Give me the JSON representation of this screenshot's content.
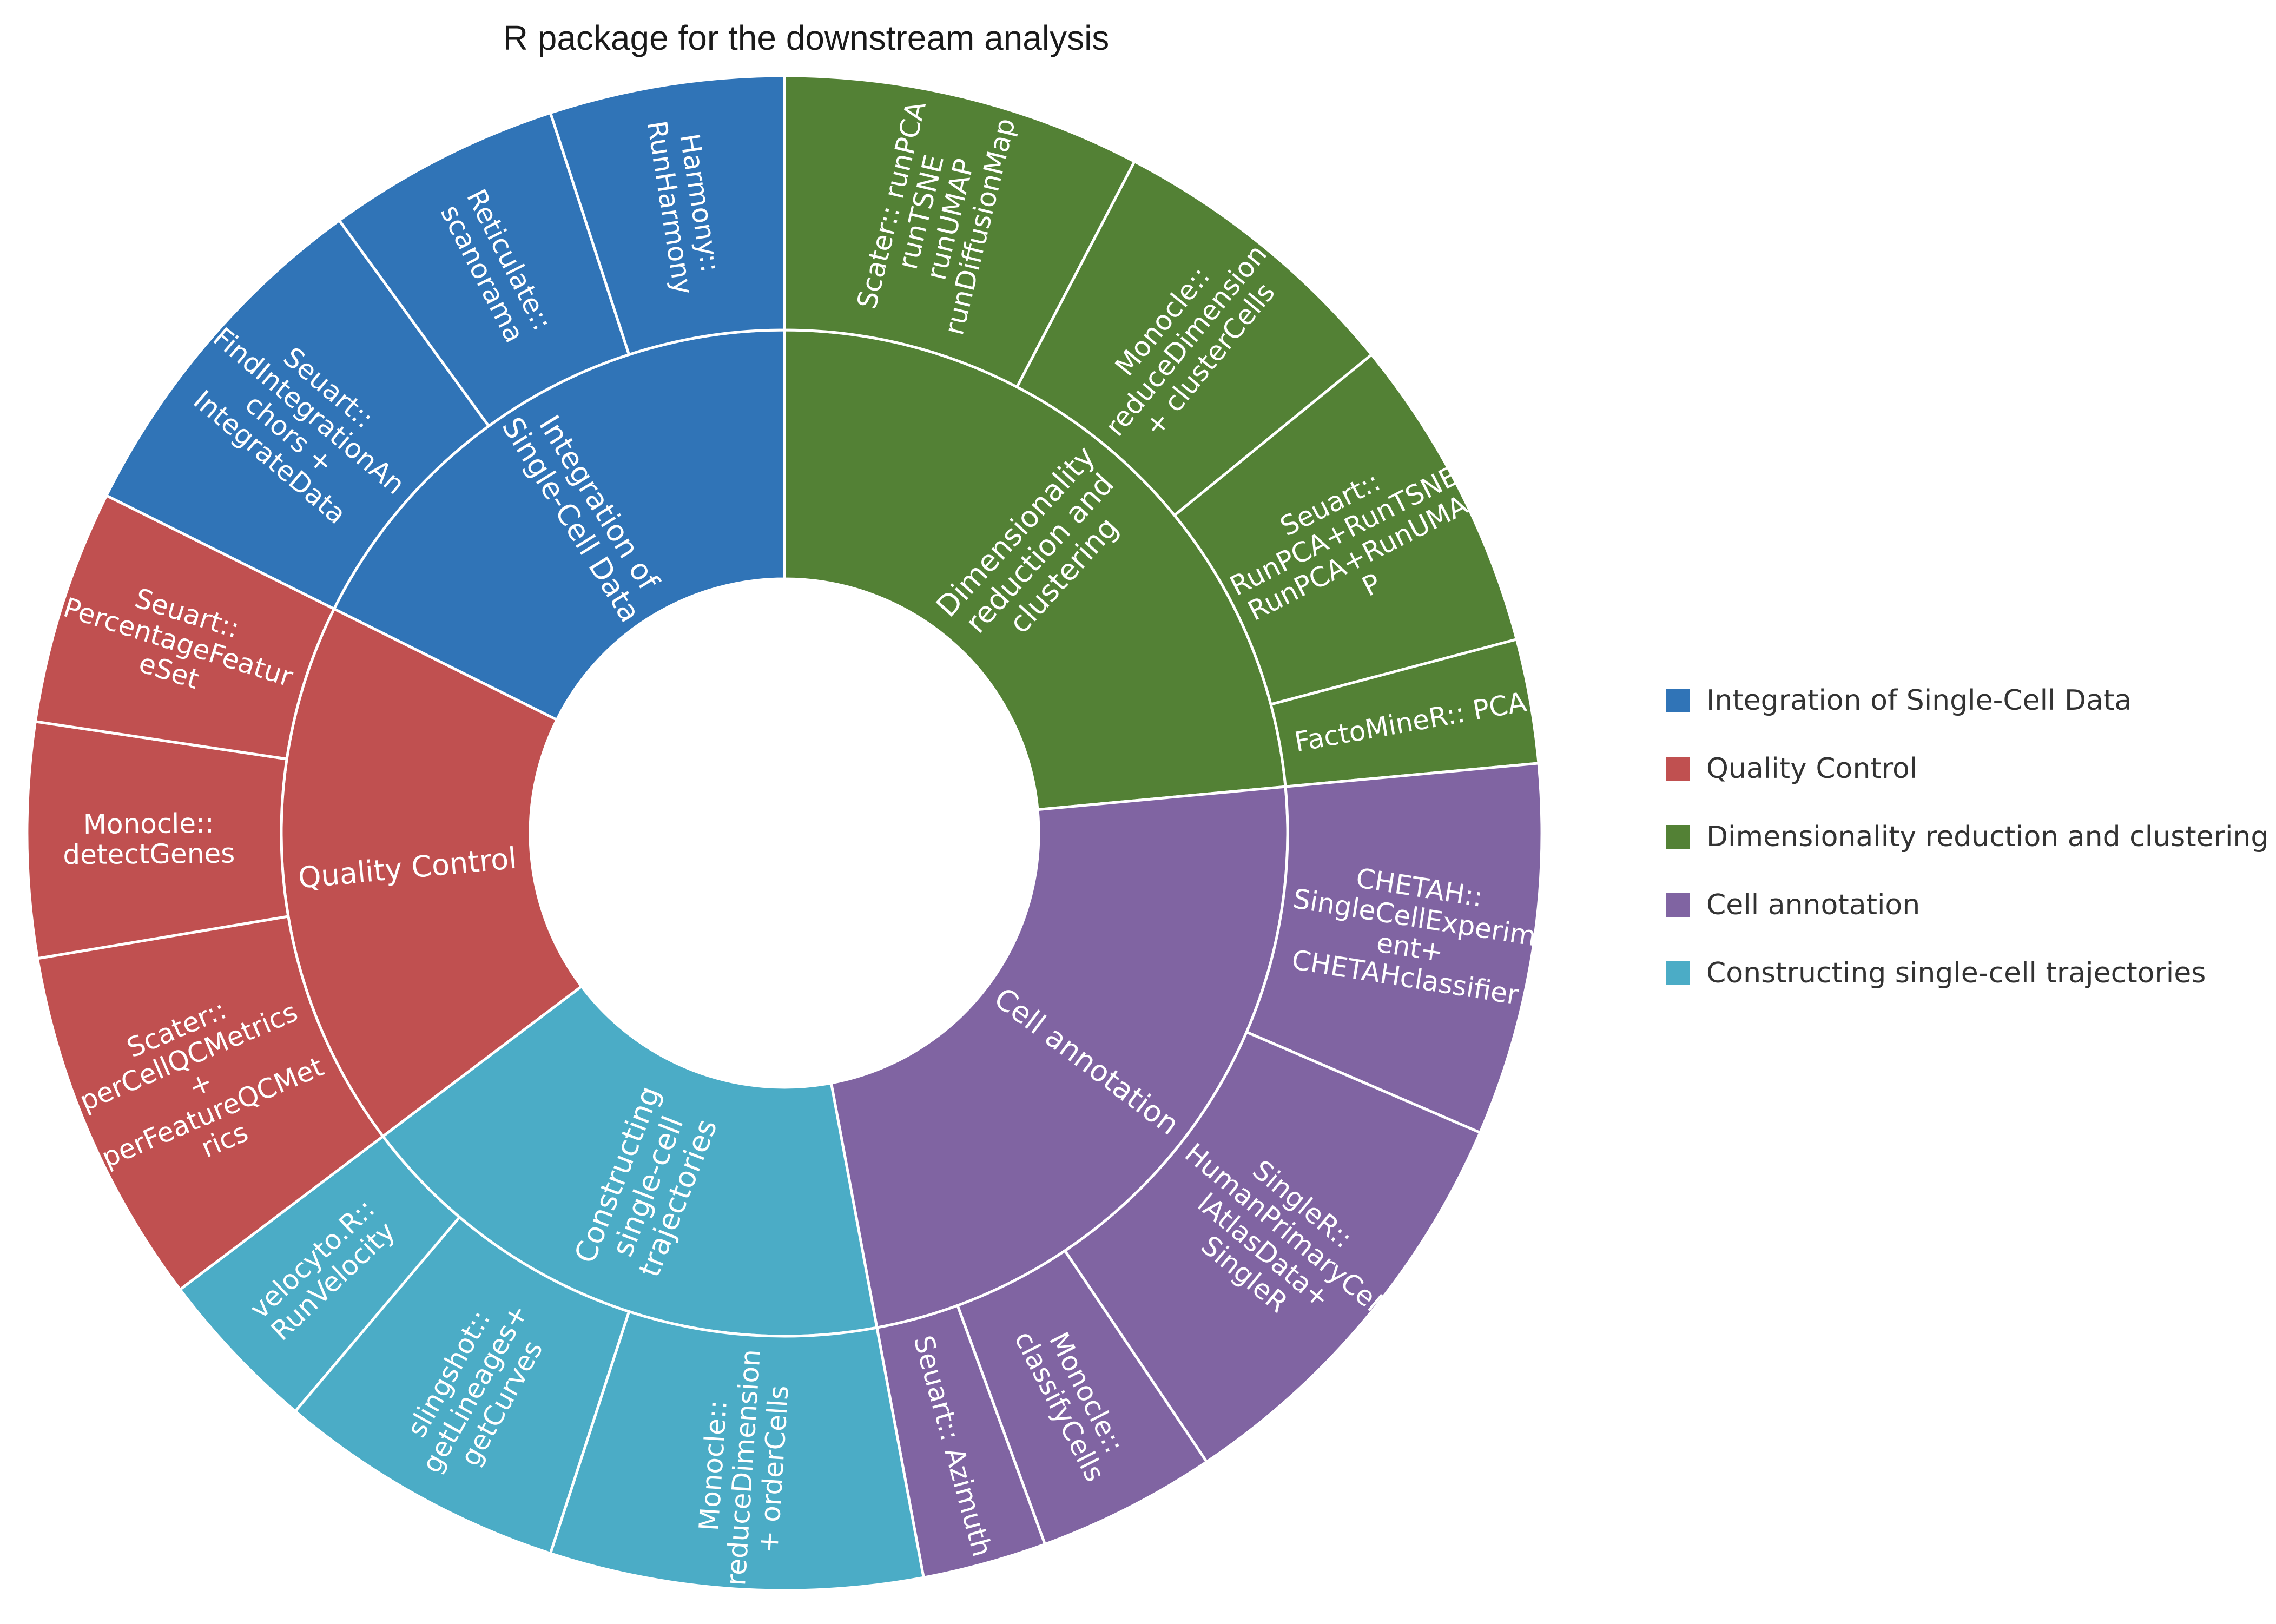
{
  "chart_data": {
    "type": "sunburst",
    "title": "R package for the downstream analysis",
    "legend_position": "right",
    "colors": {
      "integration": "#3074b7",
      "quality_control": "#c05050",
      "dim_reduction": "#538135",
      "cell_annotation": "#8064a2",
      "trajectories": "#4bacc6",
      "border": "#ffffff"
    },
    "legend": [
      {
        "label": "Integration of Single-Cell Data",
        "color": "#3074b7"
      },
      {
        "label": "Quality Control",
        "color": "#c05050"
      },
      {
        "label": "Dimensionality reduction and clustering",
        "color": "#538135"
      },
      {
        "label": "Cell annotation",
        "color": "#8064a2"
      },
      {
        "label": "Constructing single-cell trajectories",
        "color": "#4bacc6"
      }
    ],
    "inner_ring": [
      {
        "key": "dim_reduction",
        "label": "Dimensionality reduction and clustering",
        "value": 4,
        "color": "#538135",
        "lines": [
          "Dimensionality",
          "reduction and",
          "clustering"
        ]
      },
      {
        "key": "cell_annotation",
        "label": "Cell annotation",
        "value": 4,
        "color": "#8064a2",
        "lines": [
          "Cell annotation"
        ]
      },
      {
        "key": "trajectories",
        "label": "Constructing single-cell trajectories",
        "value": 3,
        "color": "#4bacc6",
        "lines": [
          "Constructing",
          "single-cell",
          "trajectories"
        ]
      },
      {
        "key": "quality_control",
        "label": "Quality Control",
        "value": 3,
        "color": "#c05050",
        "lines": [
          "Quality Control"
        ]
      },
      {
        "key": "integration",
        "label": "Integration of Single-Cell Data",
        "value": 3,
        "color": "#3074b7",
        "lines": [
          "Integration of",
          "Single-Cell Data"
        ]
      }
    ],
    "outer_ring": [
      {
        "parent": "dim_reduction",
        "value": 1.3,
        "lines": [
          "Scater:: runPCA",
          "runTSNE",
          "runUMAP",
          "runDiffusionMap"
        ]
      },
      {
        "parent": "dim_reduction",
        "value": 1.1,
        "lines": [
          "Monocle::",
          "reduceDimension",
          "+ clusterCells"
        ]
      },
      {
        "parent": "dim_reduction",
        "value": 1.15,
        "lines": [
          "Seuart::",
          "RunPCA+RunTSNE",
          "RunPCA+RunUMA",
          "P"
        ]
      },
      {
        "parent": "dim_reduction",
        "value": 0.45,
        "lines": [
          "FactoMineR:: PCA"
        ]
      },
      {
        "parent": "cell_annotation",
        "value": 1.35,
        "lines": [
          "CHETAH::",
          "SingleCellExperim",
          "ent+",
          "CHETAHclassifier"
        ]
      },
      {
        "parent": "cell_annotation",
        "value": 1.55,
        "lines": [
          "SingleR::",
          "HumanPrimaryCel",
          "lAtlasData+",
          "SingleR"
        ]
      },
      {
        "parent": "cell_annotation",
        "value": 0.65,
        "lines": [
          "Monocle::",
          "classifyCells"
        ]
      },
      {
        "parent": "cell_annotation",
        "value": 0.45,
        "lines": [
          "Seuart:: Azimuth"
        ]
      },
      {
        "parent": "trajectories",
        "value": 1.35,
        "lines": [
          "Monocle::",
          "reduceDimension",
          "+ orderCells"
        ]
      },
      {
        "parent": "trajectories",
        "value": 1.05,
        "lines": [
          "slingshot::",
          "getLineages+",
          "getCurves"
        ]
      },
      {
        "parent": "trajectories",
        "value": 0.6,
        "lines": [
          "velocyto.R::",
          "RunVelocity"
        ]
      },
      {
        "parent": "quality_control",
        "value": 1.3,
        "lines": [
          "Scater::",
          "perCellQCMetrics",
          "+",
          "perFeatureQCMet",
          "rics"
        ]
      },
      {
        "parent": "quality_control",
        "value": 0.85,
        "lines": [
          "Monocle::",
          "detectGenes"
        ]
      },
      {
        "parent": "quality_control",
        "value": 0.85,
        "lines": [
          "Seuart::",
          "PercentageFeatur",
          "eSet"
        ]
      },
      {
        "parent": "integration",
        "value": 1.3,
        "lines": [
          "Seuart::",
          "FindIntegrationAn",
          "chors +",
          "IntegrateData"
        ]
      },
      {
        "parent": "integration",
        "value": 0.85,
        "lines": [
          "Reticulate::",
          "scanorama"
        ]
      },
      {
        "parent": "integration",
        "value": 0.85,
        "lines": [
          "Harmony::",
          "RunHarmony"
        ]
      }
    ]
  }
}
